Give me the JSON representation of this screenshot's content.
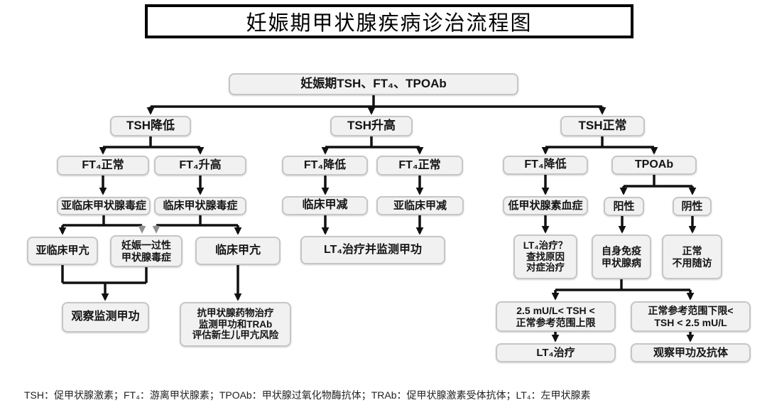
{
  "title": "妊娠期甲状腺疾病诊治流程图",
  "nodes": {
    "root": {
      "label": "妊娠期TSH、FT₄、TPOAb"
    },
    "tsh_low": {
      "label": "TSH降低"
    },
    "tsh_high": {
      "label": "TSH升高"
    },
    "tsh_normal": {
      "label": "TSH正常"
    },
    "ft4_normal_left": {
      "label": "FT₄正常"
    },
    "ft4_high": {
      "label": "FT₄升高"
    },
    "ft4_low_mid": {
      "label": "FT₄降低"
    },
    "ft4_normal_mid": {
      "label": "FT₄正常"
    },
    "ft4_low_right": {
      "label": "FT₄降低"
    },
    "tpoab": {
      "label": "TPOAb"
    },
    "subclinical_thyrotoxicosis": {
      "label": "亚临床甲状腺毒症"
    },
    "clinical_thyrotoxicosis": {
      "label": "临床甲状腺毒症"
    },
    "clinical_hypothyroidism": {
      "label": "临床甲减"
    },
    "subclinical_hypothyroidism": {
      "label": "亚临床甲减"
    },
    "hypothyroxinemia": {
      "label": "低甲状腺素血症"
    },
    "tpoab_positive": {
      "label": "阳性"
    },
    "tpoab_negative": {
      "label": "阴性"
    },
    "subclinical_hyperthyroidism": {
      "label": "亚临床甲亢"
    },
    "gestational_transient_thyrotoxicosis": {
      "label": "妊娠一过性\n甲状腺毒症"
    },
    "clinical_hyperthyroidism": {
      "label": "临床甲亢"
    },
    "lt4_treat_and_monitor": {
      "label": "LT₄治疗并监测甲功"
    },
    "lt4_question_find_cause": {
      "label": "LT₄治疗？\n查找原因\n对症治疗"
    },
    "autoimmune_thyroid_disease": {
      "label": "自身免疫\n甲状腺病"
    },
    "normal_no_followup": {
      "label": "正常\n不用随访"
    },
    "observe_monitor_thyroid": {
      "label": "观察监测甲功"
    },
    "antithyroid_drug_plan": {
      "label": "抗甲状腺药物治疗\n监测甲功和TRAb\n评估新生儿甲亢风险"
    },
    "tsh_above_2p5": {
      "label": "2.5 mU/L< TSH <\n正常参考范围上限"
    },
    "tsh_below_2p5": {
      "label": "正常参考范围下限<\nTSH < 2.5 mU/L"
    },
    "lt4_treatment": {
      "label": "LT₄治疗"
    },
    "observe_thyroid_and_antibody": {
      "label": "观察甲功及抗体"
    }
  },
  "footnote": "TSH：促甲状腺激素；FT₄：游离甲状腺素；TPOAb：甲状腺过氧化物酶抗体；TRAb：促甲状腺激素受体抗体；LT₄：左甲状腺素",
  "colors": {
    "arrow_black": "#111111",
    "arrow_gray": "#909090",
    "node_fill": "#f1f1f1",
    "node_border": "#c6c6c6"
  }
}
